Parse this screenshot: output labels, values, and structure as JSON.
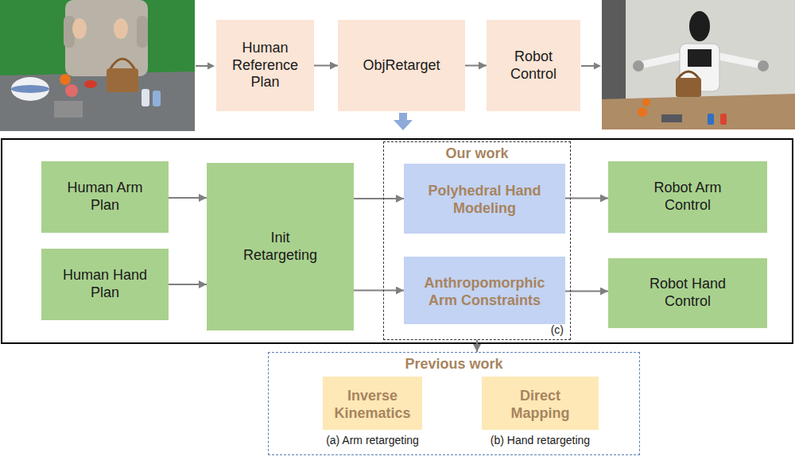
{
  "diagram": {
    "nodes": [
      {
        "text": [
          "Human Reference Plan"
        ]
      },
      {
        "text": [
          "ObjRetarget"
        ]
      },
      {
        "text": [
          "Robot Control"
        ]
      },
      {
        "text": [
          "Human Arm Plan"
        ]
      },
      {
        "text": [
          "Human Hand Plan"
        ]
      },
      {
        "text": [
          "Init Retargeting"
        ]
      },
      {
        "text": [
          "Our work",
          "(c)"
        ]
      },
      {
        "text": [
          "Polyhedral Hand Modeling"
        ],
        "in": 6
      },
      {
        "text": [
          "Anthropomorphic Arm Constraints"
        ],
        "in": 6
      },
      {
        "text": [
          "Robot Arm Control"
        ]
      },
      {
        "text": [
          "Robot Hand Control"
        ]
      },
      {
        "text": [
          "Previous work"
        ]
      },
      {
        "text": [
          "Inverse Kinematics",
          "(a) Arm retargeting"
        ],
        "in": 11
      },
      {
        "text": [
          "Direct Mapping",
          "(b) Hand retargeting"
        ],
        "in": 11
      }
    ],
    "edges": [
      {
        "from": 0,
        "to": 1,
        "arrow": "to"
      },
      {
        "from": 1,
        "to": 2,
        "arrow": "to"
      },
      {
        "from": 3,
        "to": 5,
        "arrow": "to"
      },
      {
        "from": 4,
        "to": 5,
        "arrow": "to"
      },
      {
        "from": 5,
        "to": 7,
        "arrow": "to"
      },
      {
        "from": 5,
        "to": 8,
        "arrow": "to"
      },
      {
        "from": 7,
        "to": 9,
        "arrow": "to"
      },
      {
        "from": 8,
        "to": 10,
        "arrow": "to"
      },
      {
        "from": 6,
        "to": 11,
        "arrow": "to"
      }
    ]
  }
}
